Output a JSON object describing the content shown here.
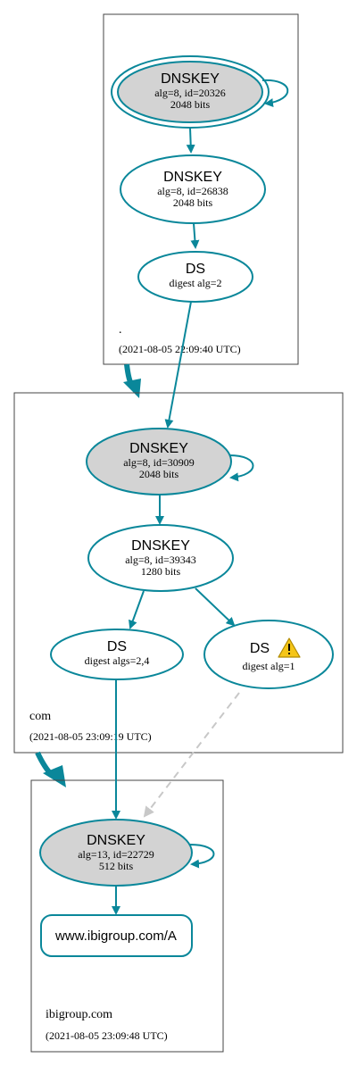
{
  "colors": {
    "accent": "#0a879a",
    "ksk_fill": "#d3d3d3",
    "zone_border": "#444444",
    "insecure_edge": "#c8c8c8",
    "warning": "#f5c518"
  },
  "zones": {
    "root": {
      "label": ".",
      "timestamp": "(2021-08-05 22:09:40 UTC)"
    },
    "com": {
      "label": "com",
      "timestamp": "(2021-08-05 23:09:19 UTC)"
    },
    "ibigroup": {
      "label": "ibigroup.com",
      "timestamp": "(2021-08-05 23:09:48 UTC)"
    }
  },
  "nodes": {
    "root_ksk": {
      "title": "DNSKEY",
      "line1": "alg=8, id=20326",
      "line2": "2048 bits"
    },
    "root_zsk": {
      "title": "DNSKEY",
      "line1": "alg=8, id=26838",
      "line2": "2048 bits"
    },
    "root_ds": {
      "title": "DS",
      "line1": "digest alg=2"
    },
    "com_ksk": {
      "title": "DNSKEY",
      "line1": "alg=8, id=30909",
      "line2": "2048 bits"
    },
    "com_zsk": {
      "title": "DNSKEY",
      "line1": "alg=8, id=39343",
      "line2": "1280 bits"
    },
    "com_ds1": {
      "title": "DS",
      "line1": "digest algs=2,4"
    },
    "com_ds2": {
      "title": "DS",
      "line1": "digest alg=1",
      "warning_icon": "warning-triangle-icon"
    },
    "ibi_ksk": {
      "title": "DNSKEY",
      "line1": "alg=13, id=22729",
      "line2": "512 bits"
    },
    "ibi_rrset": {
      "title": "www.ibigroup.com/A"
    }
  }
}
